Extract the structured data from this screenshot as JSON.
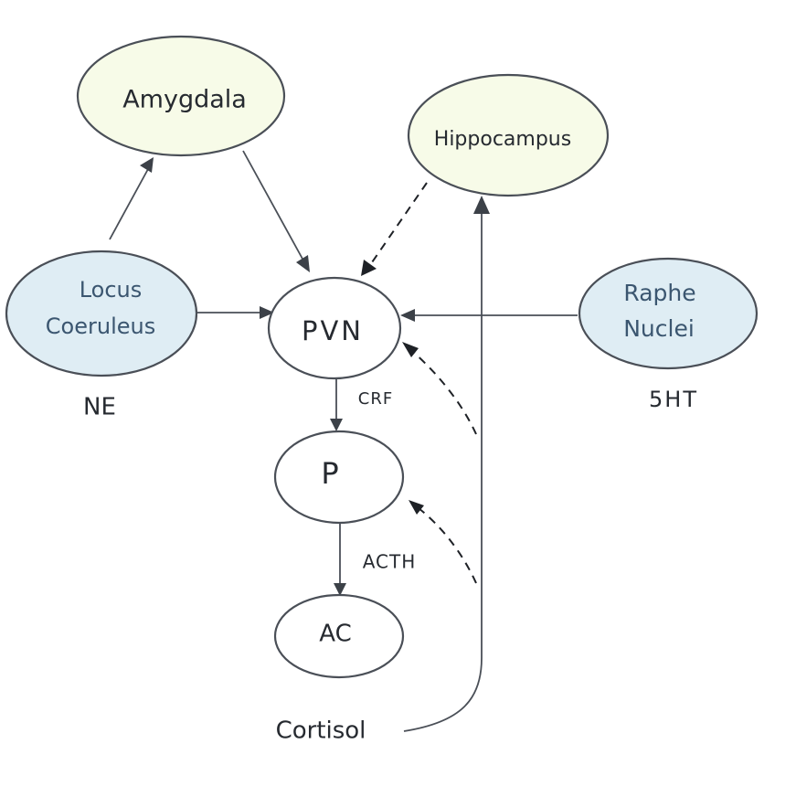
{
  "nodes": {
    "amygdala": {
      "label": "Amygdala",
      "fill": "#f7fbe8"
    },
    "hippocampus": {
      "label": "Hippocampus",
      "fill": "#f7fbe8"
    },
    "locus_coeruleus": {
      "line1": "Locus",
      "line2": "Coeruleus",
      "fill": "#dfedf4"
    },
    "pvn": {
      "label": "PVN",
      "fill": "#ffffff"
    },
    "raphe_nuclei": {
      "line1": "Raphe",
      "line2": "Nuclei",
      "fill": "#dfedf4"
    },
    "p": {
      "label": "P",
      "fill": "#ffffff"
    },
    "ac": {
      "label": "AC",
      "fill": "#ffffff"
    }
  },
  "labels": {
    "ne": "NE",
    "five_ht": "5HT",
    "crf": "CRF",
    "acth": "ACTH",
    "cortisol": "Cortisol"
  }
}
